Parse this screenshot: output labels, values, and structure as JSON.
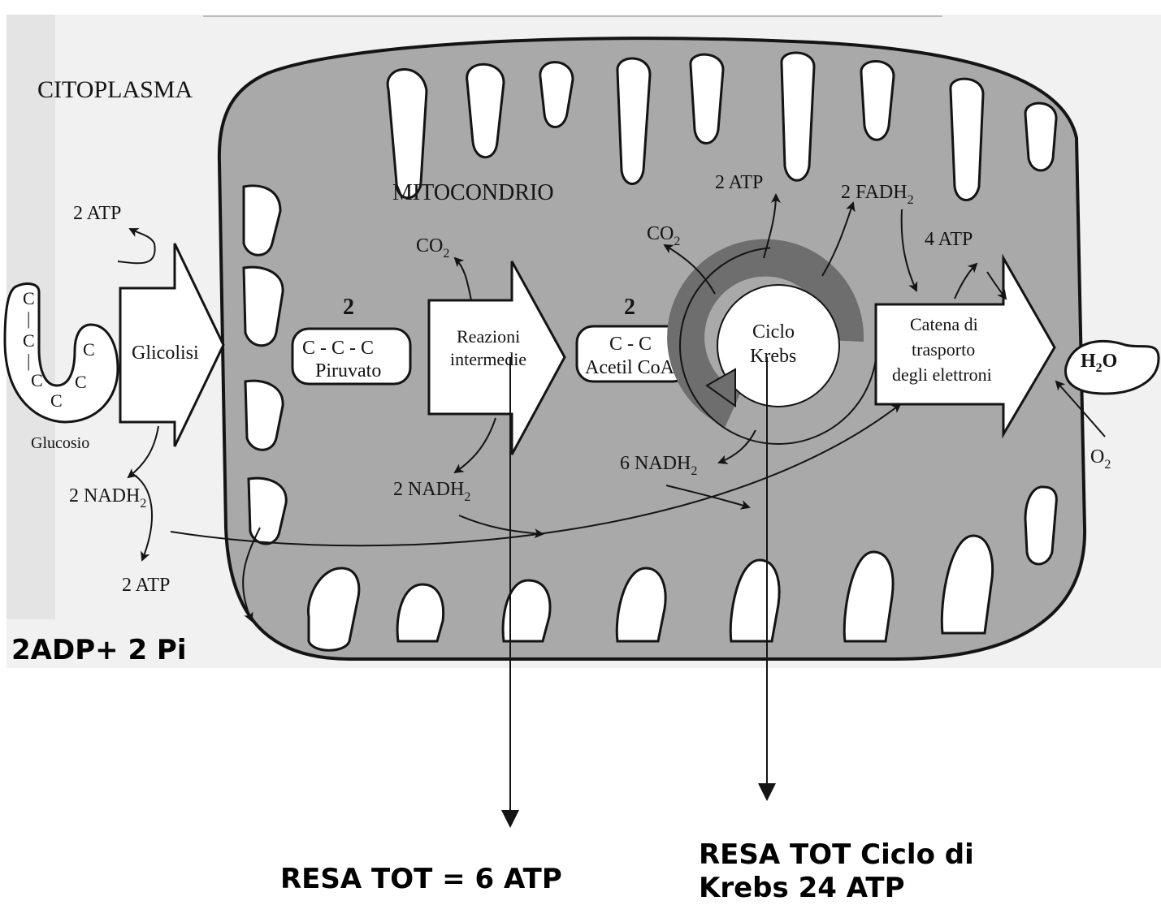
{
  "colors": {
    "page_scan": "#f1f1f1",
    "membrane_fill": "#a9a9a9",
    "krebs_ring": "#6e6e6e",
    "ink": "#141414"
  },
  "labels": {
    "citoplasma": "CITOPLASMA",
    "mitocondrio": "MITOCONDRIO",
    "glucosio": "Glucosio",
    "glicolisi": "Glicolisi",
    "atp_glycolysis_top": "2 ATP",
    "nadh_glycolysis": "2 NADH",
    "atp_glycolysis_bottom": "2 ATP",
    "co2_left": "CO",
    "count_pyruvate": "2",
    "pyruvate_formula": "C - C - C",
    "pyruvate_name": "Piruvato",
    "reazioni_line1": "Reazioni",
    "reazioni_line2": "intermedie",
    "count_acetyl": "2",
    "acetyl_formula": "C - C",
    "acetyl_name": "Acetil CoA",
    "nadh_intermediate": "2 NADH",
    "co2_right": "CO",
    "atp_krebs": "2 ATP",
    "fadh_krebs": "2 FADH",
    "atp_chain": "4 ATP",
    "ciclo_line1": "Ciclo",
    "ciclo_line2": "Krebs",
    "nadh_krebs": "6 NADH",
    "catena_line1": "Catena di",
    "catena_line2": "trasporto",
    "catena_line3": "degli elettroni",
    "h2o": "H O",
    "o2": "O",
    "subscript_2": "2",
    "adp_pi": "2ADP+ 2 Pi",
    "resa_tot": "RESA TOT = 6 ATP",
    "resa_krebs_line1": "RESA TOT Ciclo di",
    "resa_krebs_line2": "Krebs 24 ATP"
  }
}
